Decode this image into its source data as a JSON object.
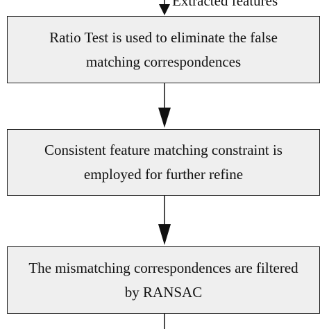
{
  "diagram": {
    "top_label": "Extracted features",
    "steps": [
      {
        "line1": "Ratio Test is used to eliminate the false",
        "line2": "matching correspondences"
      },
      {
        "line1": "Consistent feature matching constraint is",
        "line2": "employed for further refine"
      },
      {
        "line1": "The mismatching correspondences are filtered",
        "line2": "by RANSAC"
      }
    ],
    "colors": {
      "box_fill": "#efefef",
      "border": "#222222",
      "arrow": "#111111",
      "text": "#111111"
    }
  }
}
